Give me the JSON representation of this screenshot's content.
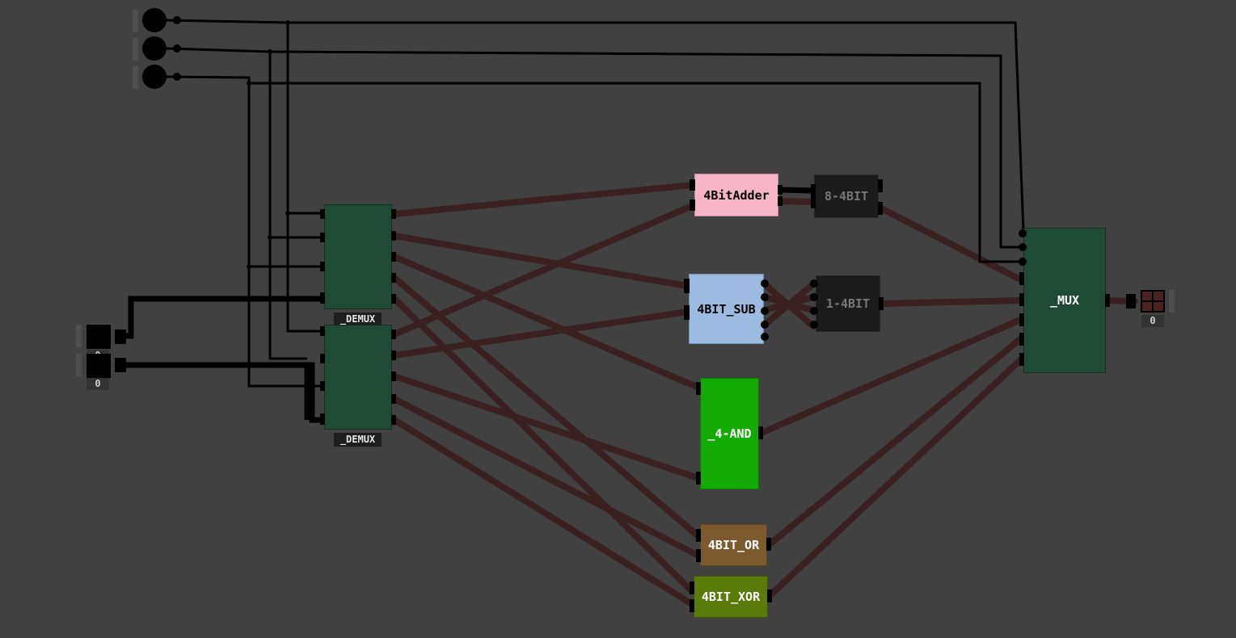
{
  "chips": {
    "adder": "4BitAdder",
    "split8": "8-4BIT",
    "sub": "4BIT_SUB",
    "split1": "1-4BIT",
    "and": "_4-AND",
    "or": "4BIT_OR",
    "xor": "4BIT_XOR",
    "mux": "_MUX",
    "demux1": "_DEMUX",
    "demux2": "_DEMUX"
  },
  "inputs": {
    "a": "0",
    "b": "0"
  },
  "output": {
    "value": "0"
  },
  "colors": {
    "background": "#414142",
    "wire_bus": "#3a2020",
    "wire_signal": "#000000",
    "adder": "#f7b6c8",
    "sub": "#9dbbe0",
    "and": "#14aa04",
    "or": "#7b5a2e",
    "xor": "#5a7a0a",
    "mux": "#1e4a36",
    "demux": "#1e4a36",
    "splitter": "#1b1b1b"
  }
}
